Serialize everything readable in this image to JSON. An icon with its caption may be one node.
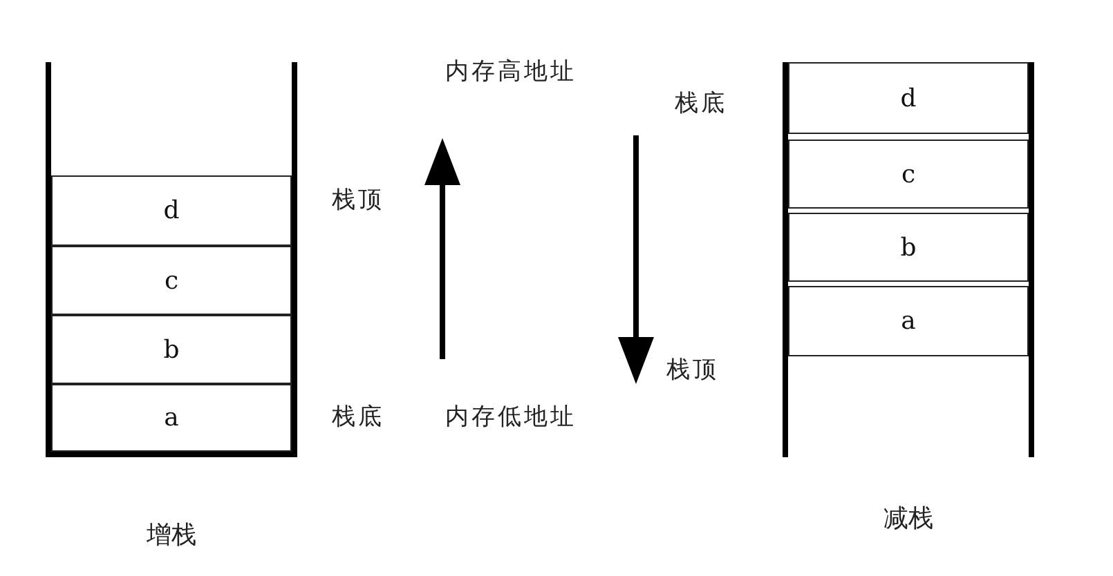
{
  "diagram": {
    "nodes": [
      {
        "text": [
          "增栈"
        ]
      },
      {
        "text": [
          "d"
        ],
        "in": 0
      },
      {
        "text": [
          "c"
        ],
        "in": 0
      },
      {
        "text": [
          "b"
        ],
        "in": 0
      },
      {
        "text": [
          "a"
        ],
        "in": 0
      },
      {
        "text": [
          "减栈"
        ]
      },
      {
        "text": [
          "d"
        ],
        "in": 5
      },
      {
        "text": [
          "c"
        ],
        "in": 5
      },
      {
        "text": [
          "b"
        ],
        "in": 5
      },
      {
        "text": [
          "a"
        ],
        "in": 5
      }
    ],
    "labels": [
      "内存高地址",
      "栈底",
      "栈顶",
      "栈顶",
      "栈底",
      "内存低地址"
    ]
  }
}
